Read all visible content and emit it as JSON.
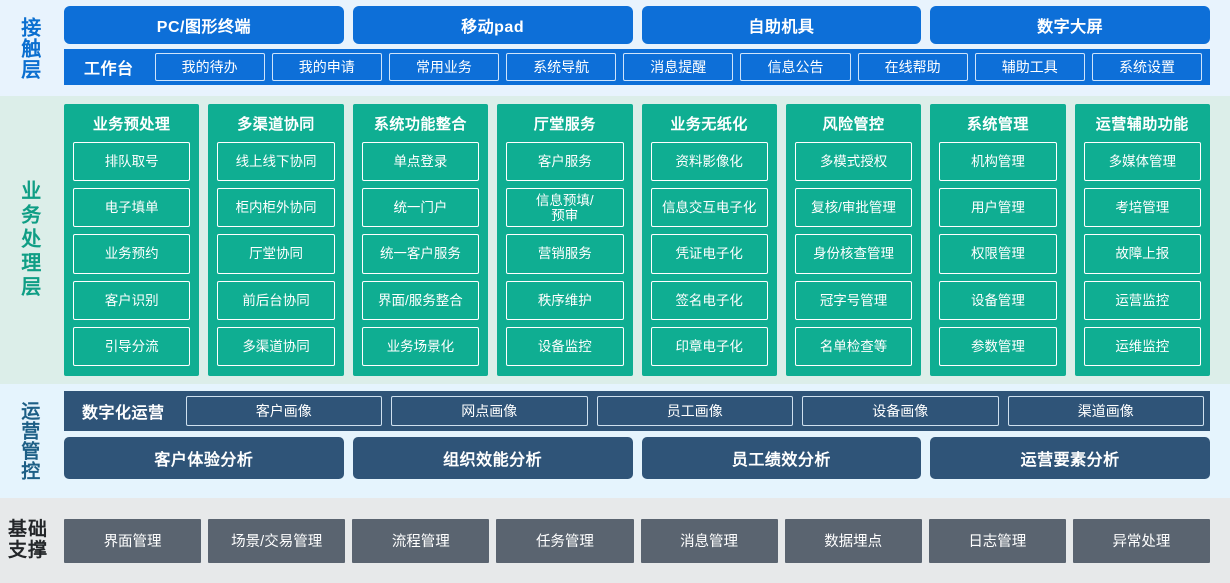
{
  "colors": {
    "blue": "#0d6fd8",
    "blue_bg": "#e8f3fd",
    "green": "#0fae92",
    "green_bg": "#dceee9",
    "steel": "#2f5478",
    "steel_bg": "#e5f4fd",
    "gray": "#5a6470",
    "gray_bg": "#e7e9ea"
  },
  "contact_layer": {
    "label": "接触层",
    "channels": [
      "PC/图形终端",
      "移动pad",
      "自助机具",
      "数字大屏"
    ],
    "workbench_title": "工作台",
    "workbench_items": [
      "我的待办",
      "我的申请",
      "常用业务",
      "系统导航",
      "消息提醒",
      "信息公告",
      "在线帮助",
      "辅助工具",
      "系统设置"
    ]
  },
  "business_layer": {
    "label": "业务处理层",
    "columns": [
      {
        "title": "业务预处理",
        "items": [
          "排队取号",
          "电子填单",
          "业务预约",
          "客户识别",
          "引导分流"
        ]
      },
      {
        "title": "多渠道协同",
        "items": [
          "线上线下协同",
          "柜内柜外协同",
          "厅堂协同",
          "前后台协同",
          "多渠道协同"
        ]
      },
      {
        "title": "系统功能整合",
        "items": [
          "单点登录",
          "统一门户",
          "统一客户服务",
          "界面/服务整合",
          "业务场景化"
        ]
      },
      {
        "title": "厅堂服务",
        "items": [
          "客户服务",
          "信息预填/\n预审",
          "营销服务",
          "秩序维护",
          "设备监控"
        ]
      },
      {
        "title": "业务无纸化",
        "items": [
          "资料影像化",
          "信息交互电子化",
          "凭证电子化",
          "签名电子化",
          "印章电子化"
        ]
      },
      {
        "title": "风险管控",
        "items": [
          "多模式授权",
          "复核/审批管理",
          "身份核查管理",
          "冠字号管理",
          "名单检查等"
        ]
      },
      {
        "title": "系统管理",
        "items": [
          "机构管理",
          "用户管理",
          "权限管理",
          "设备管理",
          "参数管理"
        ]
      },
      {
        "title": "运营辅助功能",
        "items": [
          "多媒体管理",
          "考培管理",
          "故障上报",
          "运营监控",
          "运维监控"
        ]
      }
    ]
  },
  "ops_layer": {
    "label": "运营管控",
    "digital_title": "数字化运营",
    "portraits": [
      "客户画像",
      "网点画像",
      "员工画像",
      "设备画像",
      "渠道画像"
    ],
    "analysis": [
      "客户体验分析",
      "组织效能分析",
      "员工绩效分析",
      "运营要素分析"
    ]
  },
  "base_layer": {
    "label": "基础\n支撑",
    "items": [
      "界面管理",
      "场景/交易管理",
      "流程管理",
      "任务管理",
      "消息管理",
      "数据埋点",
      "日志管理",
      "异常处理"
    ]
  }
}
